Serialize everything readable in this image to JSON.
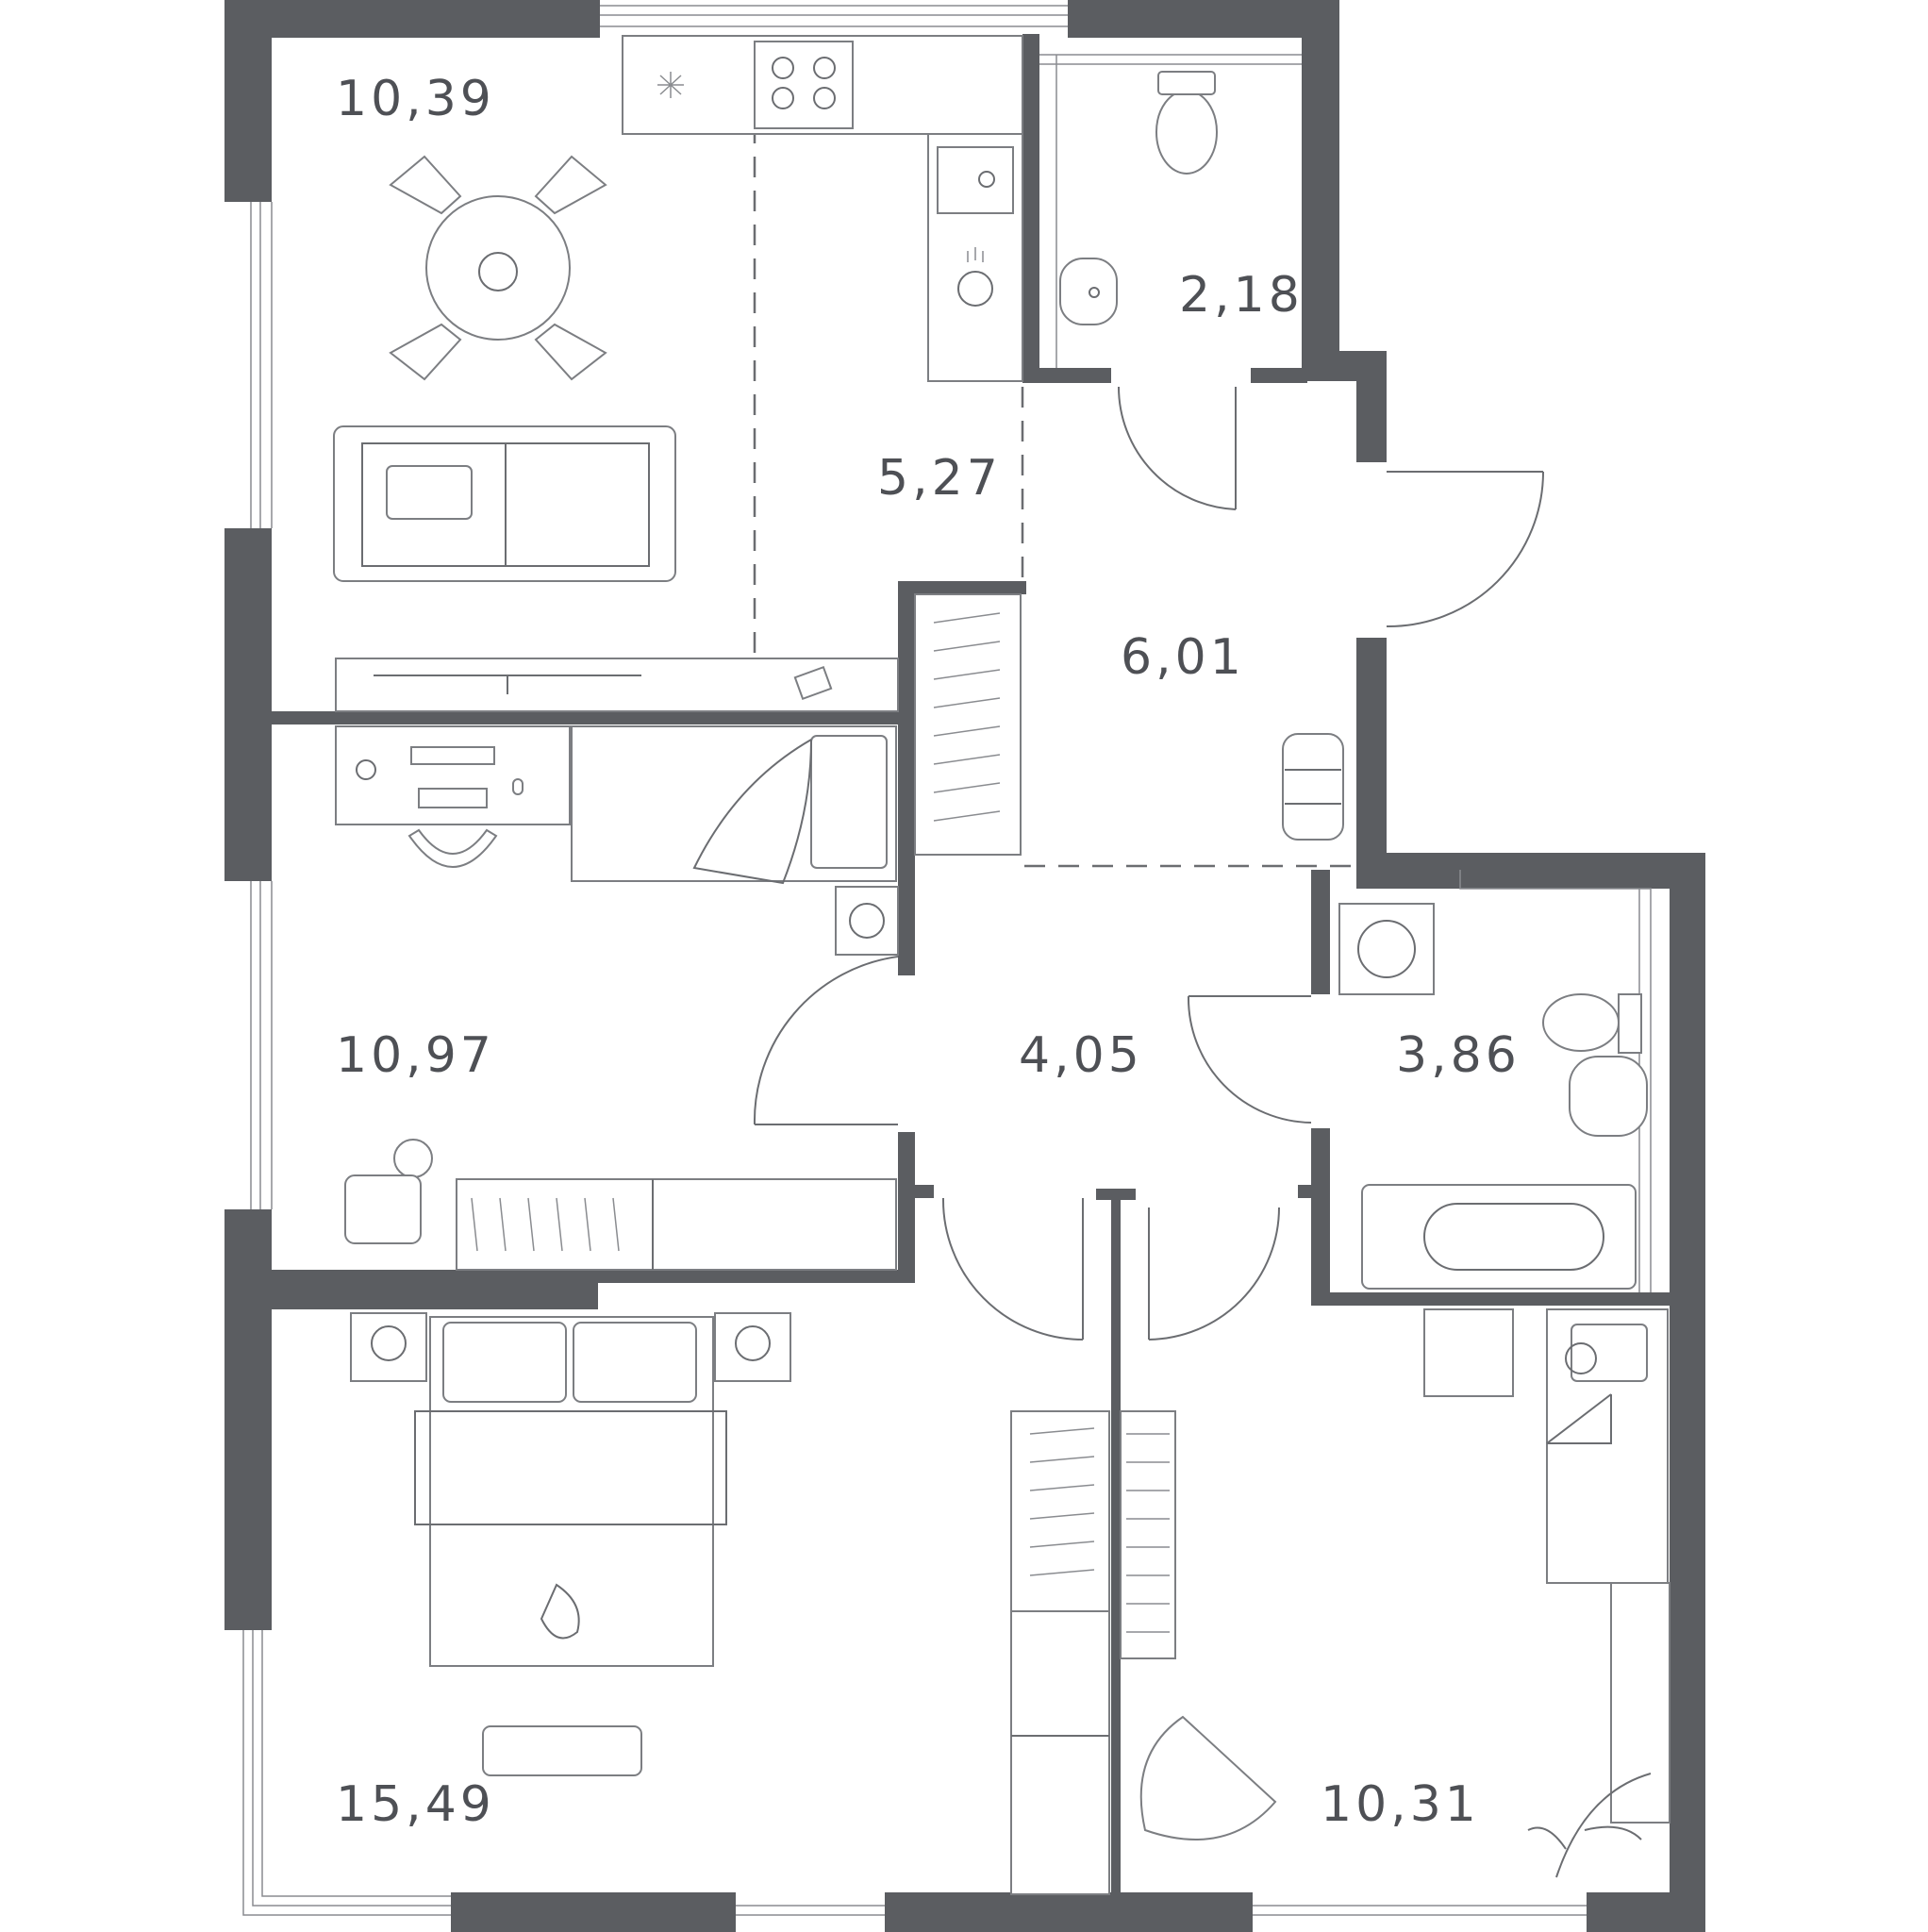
{
  "rooms": [
    {
      "id": "living",
      "area": "10,39"
    },
    {
      "id": "wc",
      "area": "2,18"
    },
    {
      "id": "kitchen",
      "area": "5,27"
    },
    {
      "id": "hall",
      "area": "6,01"
    },
    {
      "id": "bedroom-1",
      "area": "10,97"
    },
    {
      "id": "corridor",
      "area": "4,05"
    },
    {
      "id": "bathroom",
      "area": "3,86"
    },
    {
      "id": "bedroom-main",
      "area": "15,49"
    },
    {
      "id": "bedroom-2",
      "area": "10,31"
    }
  ],
  "colors": {
    "wall": "#5b5d61",
    "line": "#6b6d71",
    "background": "#ffffff"
  }
}
